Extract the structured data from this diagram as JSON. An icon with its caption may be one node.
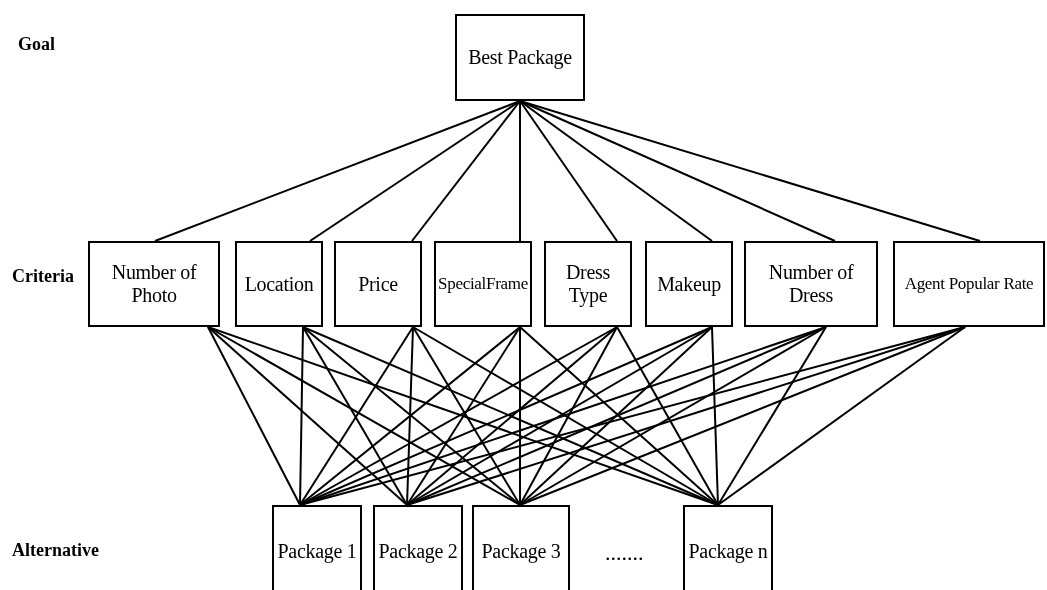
{
  "diagram": {
    "nodes": [
      {
        "text": [
          "Best Package"
        ]
      },
      {
        "text": [
          "Number of Photo"
        ]
      },
      {
        "text": [
          "Location"
        ]
      },
      {
        "text": [
          "Price"
        ]
      },
      {
        "text": [
          "SpecialFrame"
        ]
      },
      {
        "text": [
          "Dress Type"
        ]
      },
      {
        "text": [
          "Makeup"
        ]
      },
      {
        "text": [
          "Number of Dress"
        ]
      },
      {
        "text": [
          "Agent Popular Rate"
        ]
      },
      {
        "text": [
          "Package 1"
        ]
      },
      {
        "text": [
          "Package 2"
        ]
      },
      {
        "text": [
          "Package 3"
        ]
      },
      {
        "text": [
          "Package n"
        ]
      }
    ],
    "edges": [
      {
        "from": 0,
        "to": 1,
        "arrow": "none"
      },
      {
        "from": 0,
        "to": 2,
        "arrow": "none"
      },
      {
        "from": 0,
        "to": 3,
        "arrow": "none"
      },
      {
        "from": 0,
        "to": 4,
        "arrow": "none"
      },
      {
        "from": 0,
        "to": 5,
        "arrow": "none"
      },
      {
        "from": 0,
        "to": 6,
        "arrow": "none"
      },
      {
        "from": 0,
        "to": 7,
        "arrow": "none"
      },
      {
        "from": 0,
        "to": 8,
        "arrow": "none"
      },
      {
        "from": 1,
        "to": 9,
        "arrow": "none"
      },
      {
        "from": 1,
        "to": 10,
        "arrow": "none"
      },
      {
        "from": 1,
        "to": 11,
        "arrow": "none"
      },
      {
        "from": 1,
        "to": 12,
        "arrow": "none"
      },
      {
        "from": 2,
        "to": 9,
        "arrow": "none"
      },
      {
        "from": 2,
        "to": 10,
        "arrow": "none"
      },
      {
        "from": 2,
        "to": 11,
        "arrow": "none"
      },
      {
        "from": 2,
        "to": 12,
        "arrow": "none"
      },
      {
        "from": 3,
        "to": 9,
        "arrow": "none"
      },
      {
        "from": 3,
        "to": 10,
        "arrow": "none"
      },
      {
        "from": 3,
        "to": 11,
        "arrow": "none"
      },
      {
        "from": 3,
        "to": 12,
        "arrow": "none"
      },
      {
        "from": 4,
        "to": 9,
        "arrow": "none"
      },
      {
        "from": 4,
        "to": 10,
        "arrow": "none"
      },
      {
        "from": 4,
        "to": 11,
        "arrow": "none"
      },
      {
        "from": 4,
        "to": 12,
        "arrow": "none"
      },
      {
        "from": 5,
        "to": 9,
        "arrow": "none"
      },
      {
        "from": 5,
        "to": 10,
        "arrow": "none"
      },
      {
        "from": 5,
        "to": 11,
        "arrow": "none"
      },
      {
        "from": 5,
        "to": 12,
        "arrow": "none"
      },
      {
        "from": 6,
        "to": 9,
        "arrow": "none"
      },
      {
        "from": 6,
        "to": 10,
        "arrow": "none"
      },
      {
        "from": 6,
        "to": 11,
        "arrow": "none"
      },
      {
        "from": 6,
        "to": 12,
        "arrow": "none"
      },
      {
        "from": 7,
        "to": 9,
        "arrow": "none"
      },
      {
        "from": 7,
        "to": 10,
        "arrow": "none"
      },
      {
        "from": 7,
        "to": 11,
        "arrow": "none"
      },
      {
        "from": 7,
        "to": 12,
        "arrow": "none"
      },
      {
        "from": 8,
        "to": 9,
        "arrow": "none"
      },
      {
        "from": 8,
        "to": 10,
        "arrow": "none"
      },
      {
        "from": 8,
        "to": 11,
        "arrow": "none"
      },
      {
        "from": 8,
        "to": 12,
        "arrow": "none"
      }
    ],
    "labels": [
      "Goal",
      "Criteria",
      "Alternative",
      "......."
    ]
  }
}
